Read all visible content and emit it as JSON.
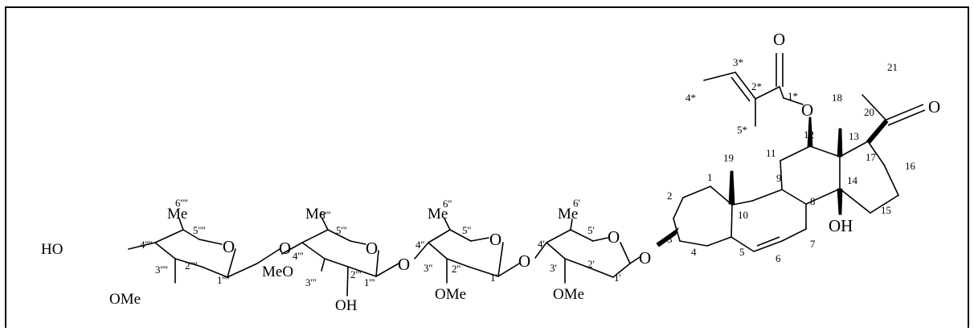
{
  "atoms": {
    "o": "O",
    "oh": "OH",
    "ho": "HO",
    "me": "Me",
    "ome": "OMe",
    "meo": "MeO"
  },
  "numbers": {
    "c1": "1",
    "c2": "2",
    "c3": "3",
    "c4": "4",
    "c5": "5",
    "c6": "6",
    "c7": "7",
    "c8": "8",
    "c9": "9",
    "c10": "10",
    "c11": "11",
    "c12": "12",
    "c13": "13",
    "c14": "14",
    "c15": "15",
    "c16": "16",
    "c17": "17",
    "c18": "18",
    "c19": "19",
    "c20": "20",
    "c21": "21",
    "s1": "1*",
    "s2": "2*",
    "s3": "3*",
    "s4": "4*",
    "s5": "5*",
    "p1": "1'",
    "p2": "2'",
    "p3": "3'",
    "p4": "4'",
    "p5": "5'",
    "p6": "6'",
    "q1": "1''",
    "q2": "2''",
    "q3": "3''",
    "q4": "4''",
    "q5": "5''",
    "q6": "6''",
    "r1": "1'''",
    "r2": "2'''",
    "r3": "3'''",
    "r4": "4'''",
    "r5": "5'''",
    "r6": "6'''",
    "t1": "1''''",
    "t2": "2''''",
    "t3": "3''''",
    "t4": "4''''",
    "t5": "5''''",
    "t6": "6''''"
  }
}
